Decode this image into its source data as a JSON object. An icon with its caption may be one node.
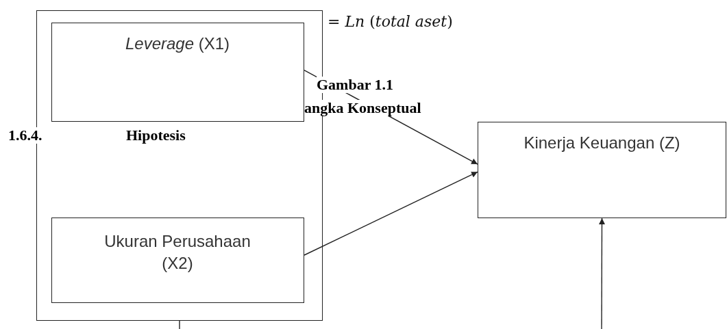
{
  "diagram": {
    "nodes": [
      {
        "text": [],
        "shape": "box"
      },
      {
        "text": [
          "*Leverage* (X1)"
        ],
        "in": 0
      },
      {
        "text": [
          "Ukuran Perusahaan (X2)"
        ],
        "in": 0
      },
      {
        "text": [
          "Kinerja Keuangan (Z)"
        ]
      }
    ],
    "edges": [
      {
        "from": 1,
        "to": 3,
        "arrow": "to"
      },
      {
        "from": 2,
        "to": 3,
        "arrow": "to"
      },
      {
        "from": null,
        "to": 3,
        "arrow": "to"
      },
      {
        "from": 0,
        "to": null,
        "arrow": "none"
      }
    ],
    "labels": [
      "= *Ln* (*total aset*)",
      "Gambar 1.1",
      "angka Konseptual",
      "1.6.4.",
      "Hipotesis"
    ]
  }
}
